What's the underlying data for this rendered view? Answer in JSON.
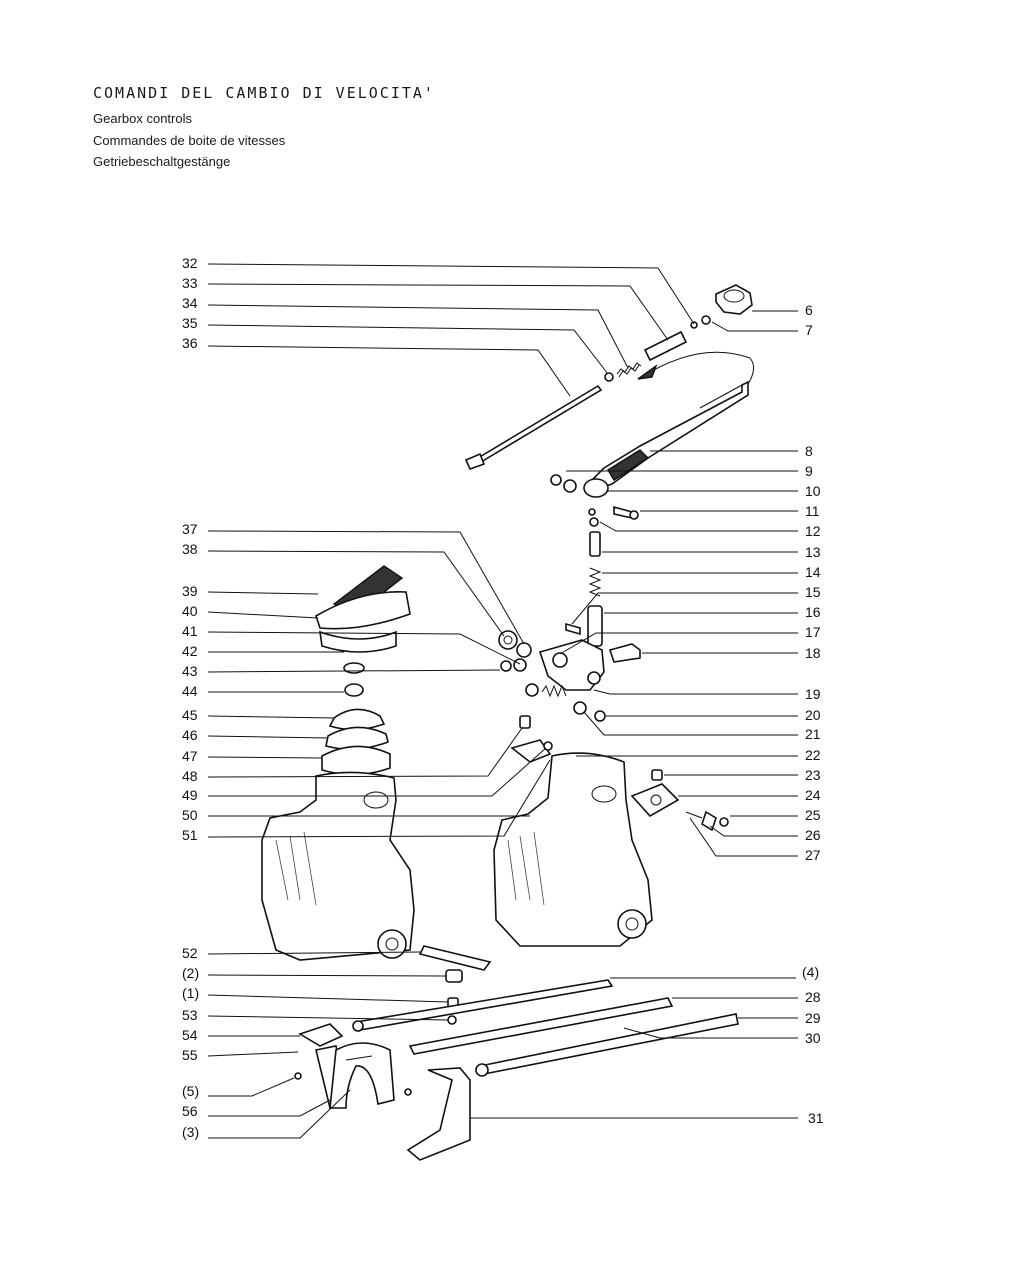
{
  "header": {
    "title": "COMANDI DEL CAMBIO DI VELOCITA'",
    "subtitles": [
      "Gearbox controls",
      "Commandes de boite de vitesses",
      "Getriebeschaltgestänge"
    ]
  },
  "callouts_left": [
    "32",
    "33",
    "34",
    "35",
    "36",
    "37",
    "38",
    "39",
    "40",
    "41",
    "42",
    "43",
    "44",
    "45",
    "46",
    "47",
    "48",
    "49",
    "50",
    "51",
    "52",
    "(2)",
    "(1)",
    "53",
    "54",
    "55",
    "(5)",
    "56",
    "(3)"
  ],
  "callouts_right": [
    "6",
    "7",
    "8",
    "9",
    "10",
    "11",
    "12",
    "13",
    "14",
    "15",
    "16",
    "17",
    "18",
    "19",
    "20",
    "21",
    "22",
    "23",
    "24",
    "25",
    "26",
    "27",
    "(4)",
    "28",
    "29",
    "30",
    "31"
  ]
}
